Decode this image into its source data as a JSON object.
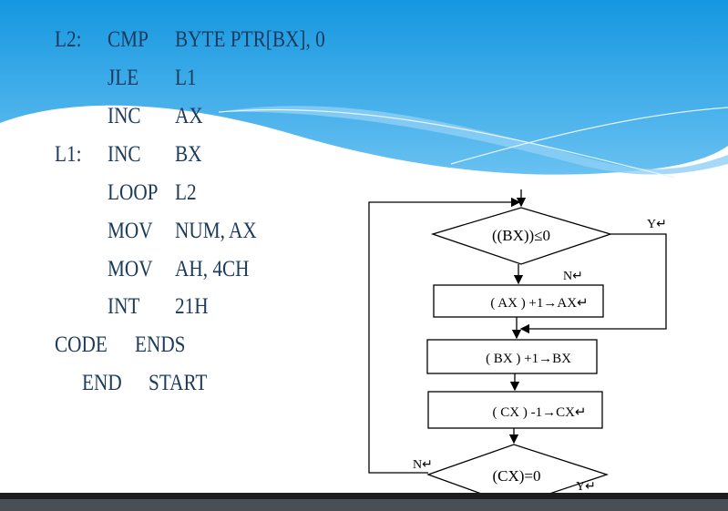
{
  "colors": {
    "sky_top": "#1597e0",
    "sky_bottom": "#6cc3f2",
    "code_text": "#1b3a5c"
  },
  "code": [
    {
      "label": "L2:",
      "op": "CMP",
      "arg": "BYTE PTR[BX], 0"
    },
    {
      "label": "",
      "op": "JLE",
      "arg": "L1"
    },
    {
      "label": "",
      "op": "INC",
      "arg": "AX"
    },
    {
      "label": "L1:",
      "op": "INC",
      "arg": "BX"
    },
    {
      "label": "",
      "op": "LOOP",
      "arg": "L2"
    },
    {
      "label": "",
      "op": "MOV",
      "arg": "NUM, AX"
    },
    {
      "label": "",
      "op": "MOV",
      "arg": "AH, 4CH"
    },
    {
      "label": "",
      "op": "INT",
      "arg": "21H"
    },
    {
      "label": "CODE",
      "op": "",
      "arg": "ENDS"
    },
    {
      "label": "END",
      "op": "",
      "arg": "START"
    }
  ],
  "flowchart": {
    "decision1": "((BX))≤0",
    "decision1_yes": "Y↵",
    "decision1_no": "N↵",
    "step1": "( AX ) +1→AX↵",
    "step2": "( BX ) +1→BX",
    "step3": "( CX ) -1→CX↵",
    "decision2": "(CX)=0",
    "decision2_no": "N↵",
    "decision2_yes": "Y↵"
  }
}
